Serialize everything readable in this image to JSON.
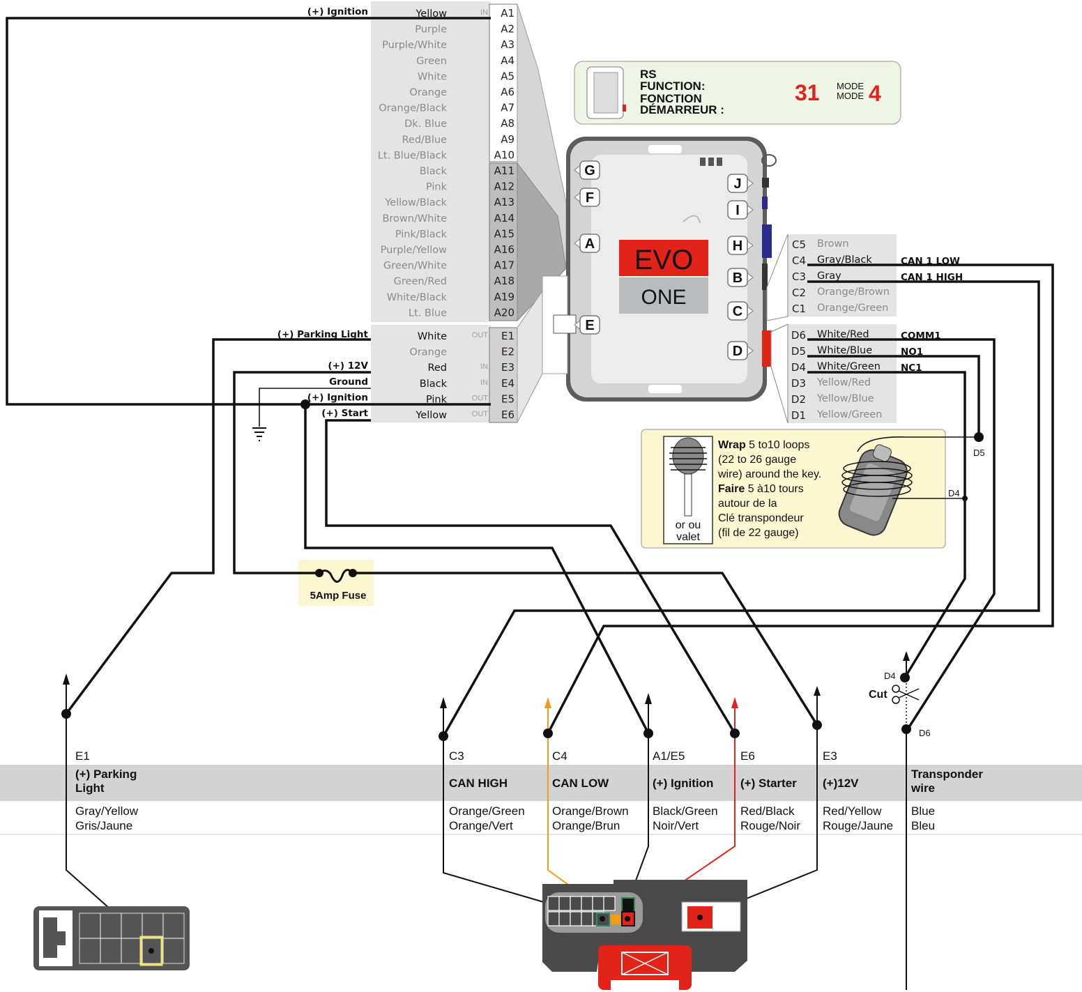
{
  "connector_a": {
    "pins": [
      {
        "pin": "A1",
        "color": "Yellow",
        "dir": "IN",
        "func": "(+) Ignition"
      },
      {
        "pin": "A2",
        "color": "Purple"
      },
      {
        "pin": "A3",
        "color": "Purple/White"
      },
      {
        "pin": "A4",
        "color": "Green"
      },
      {
        "pin": "A5",
        "color": "White"
      },
      {
        "pin": "A6",
        "color": "Orange"
      },
      {
        "pin": "A7",
        "color": "Orange/Black"
      },
      {
        "pin": "A8",
        "color": "Dk. Blue"
      },
      {
        "pin": "A9",
        "color": "Red/Blue"
      },
      {
        "pin": "A10",
        "color": "Lt. Blue/Black"
      },
      {
        "pin": "A11",
        "color": "Black"
      },
      {
        "pin": "A12",
        "color": "Pink"
      },
      {
        "pin": "A13",
        "color": "Yellow/Black"
      },
      {
        "pin": "A14",
        "color": "Brown/White"
      },
      {
        "pin": "A15",
        "color": "Pink/Black"
      },
      {
        "pin": "A16",
        "color": "Purple/Yellow"
      },
      {
        "pin": "A17",
        "color": "Green/White"
      },
      {
        "pin": "A18",
        "color": "Green/Red"
      },
      {
        "pin": "A19",
        "color": "White/Black"
      },
      {
        "pin": "A20",
        "color": "Lt. Blue"
      }
    ]
  },
  "connector_e": {
    "pins": [
      {
        "pin": "E1",
        "color": "White",
        "dir": "OUT",
        "func": "(+) Parking Light"
      },
      {
        "pin": "E2",
        "color": "Orange"
      },
      {
        "pin": "E3",
        "color": "Red",
        "dir": "IN",
        "func": "(+) 12V"
      },
      {
        "pin": "E4",
        "color": "Black",
        "dir": "IN",
        "func": "Ground"
      },
      {
        "pin": "E5",
        "color": "Pink",
        "dir": "OUT",
        "func": "(+) Ignition"
      },
      {
        "pin": "E6",
        "color": "Yellow",
        "dir": "OUT",
        "func": "(+) Start"
      }
    ]
  },
  "connector_c": {
    "pins": [
      {
        "pin": "C5",
        "color": "Brown"
      },
      {
        "pin": "C4",
        "color": "Gray/Black",
        "func": "CAN 1 LOW"
      },
      {
        "pin": "C3",
        "color": "Gray",
        "func": "CAN 1 HIGH"
      },
      {
        "pin": "C2",
        "color": "Orange/Brown"
      },
      {
        "pin": "C1",
        "color": "Orange/Green"
      }
    ]
  },
  "connector_d": {
    "pins": [
      {
        "pin": "D6",
        "color": "White/Red",
        "func": "COMM1"
      },
      {
        "pin": "D5",
        "color": "White/Blue",
        "func": "NO1"
      },
      {
        "pin": "D4",
        "color": "White/Green",
        "func": "NC1"
      },
      {
        "pin": "D3",
        "color": "Yellow/Red"
      },
      {
        "pin": "D2",
        "color": "Yellow/Blue"
      },
      {
        "pin": "D1",
        "color": "Yellow/Green"
      }
    ]
  },
  "module": {
    "ports": [
      "G",
      "F",
      "A",
      "E",
      "J",
      "I",
      "H",
      "B",
      "C",
      "D"
    ],
    "logo_top": "EVO",
    "logo_bottom": "ONE"
  },
  "rs_box": {
    "line1": "RS",
    "line2": "FUNCTION:",
    "line3": "FONCTION",
    "line4": "DÉMARREUR :",
    "function_number": "31",
    "mode_label_1": "MODE",
    "mode_label_2": "MODE",
    "mode_number": "4"
  },
  "fuse": {
    "label": "5Amp Fuse"
  },
  "transponder_note": {
    "wrap_bold": "Wrap",
    "wrap_rest": " 5 to10 loops",
    "line2": "(22 to 26 gauge",
    "line3": "wire) around the key.",
    "faire_bold": "Faire",
    "faire_rest": " 5 à10 tours",
    "line5": "autour de la",
    "line6": "Clé transpondeur",
    "line7": "(fil de 22 gauge)",
    "key_label_1": "or ou",
    "key_label_2": "valet",
    "d5_label": "D5",
    "d4_label": "D4"
  },
  "cut": {
    "label": "Cut",
    "d4": "D4",
    "d6": "D6"
  },
  "vehicle_table": [
    {
      "code": "E1",
      "function": "(+) Parking\nLight",
      "colors": "Gray/Yellow\nGris/Jaune"
    },
    {
      "code": "C3",
      "function": "CAN HIGH",
      "colors": "Orange/Green\nOrange/Vert"
    },
    {
      "code": "C4",
      "function": "CAN LOW",
      "colors": "Orange/Brown\nOrange/Brun"
    },
    {
      "code": "A1/E5",
      "function": "(+) Ignition",
      "colors": "Black/Green\nNoir/Vert"
    },
    {
      "code": "E6",
      "function": "(+) Starter",
      "colors": "Red/Black\nRouge/Noir"
    },
    {
      "code": "E3",
      "function": "(+)12V",
      "colors": "Red/Yellow\nRouge/Jaune"
    },
    {
      "code": "",
      "function": "Transponder\nwire",
      "colors": "Blue\nBleu"
    }
  ],
  "colors": {
    "evo_red": "#e2231a",
    "can_low_orange": "#f39c12",
    "starter_red": "#e2231a",
    "table_gray": "#d3d3d3",
    "note_yellow": "#fdf7d1",
    "rs_green": "#eef5e4"
  }
}
